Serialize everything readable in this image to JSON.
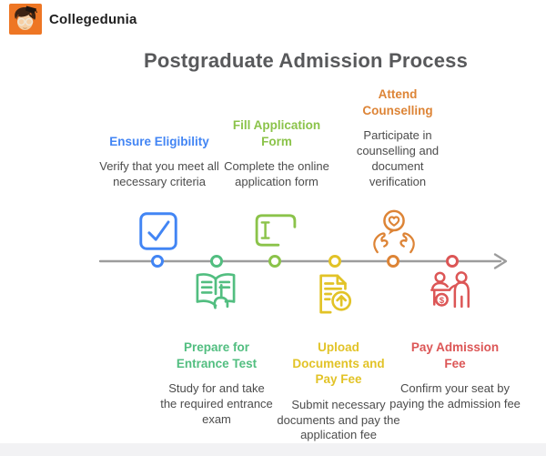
{
  "brand": {
    "name": "Collegedunia",
    "logo_color": "#ee7624"
  },
  "page": {
    "title": "Postgraduate Admission Process"
  },
  "timeline": {
    "line_color": "#9c9c9c",
    "direction": "left-to-right"
  },
  "steps": [
    {
      "label": "Ensure Eligibility",
      "description": "Verify that you meet all necessary criteria",
      "color": "#4285f4",
      "icon": "checkbox-check-icon",
      "side": "top"
    },
    {
      "label": "Prepare for Entrance Test",
      "description": "Study for and take the required entrance exam",
      "color": "#52be80",
      "icon": "open-book-hand-icon",
      "side": "bottom"
    },
    {
      "label": "Fill Application Form",
      "description": "Complete the online application form",
      "color": "#8bc34a",
      "icon": "form-input-cursor-icon",
      "side": "top"
    },
    {
      "label": "Upload Documents and Pay Fee",
      "description": "Submit necessary documents and pay the application fee",
      "color": "#e2c327",
      "icon": "document-upload-icon",
      "side": "bottom"
    },
    {
      "label": "Attend Counselling",
      "description": "Participate in counselling and document verification",
      "color": "#dd8436",
      "icon": "hands-heart-bubble-icon",
      "side": "top"
    },
    {
      "label": "Pay Admission Fee",
      "description": "Confirm your seat by paying the admission fee",
      "color": "#dc5656",
      "icon": "people-payment-icon",
      "side": "bottom"
    }
  ]
}
